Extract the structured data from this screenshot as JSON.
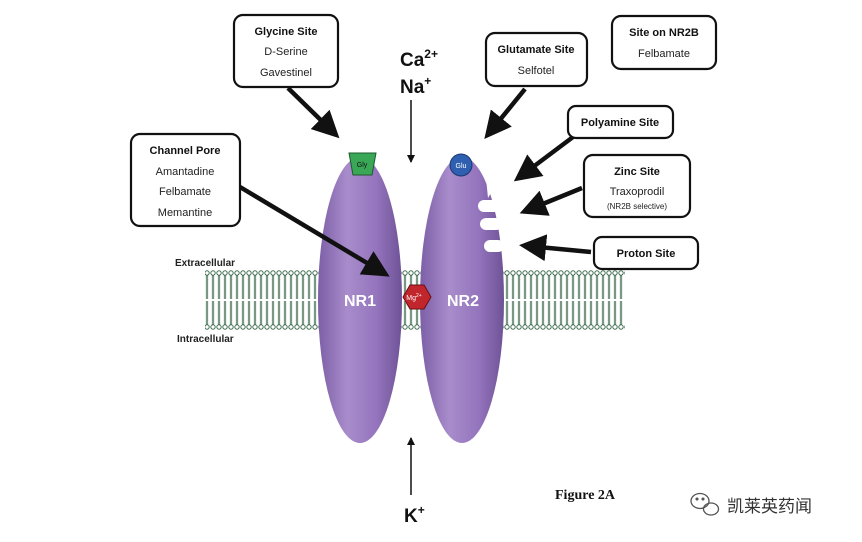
{
  "ions": {
    "top_line1": "Ca",
    "top_line1_sup": "2+",
    "top_line2": "Na",
    "top_line2_sup": "+",
    "bottom": "K",
    "bottom_sup": "+"
  },
  "membrane": {
    "extracellular": "Extracellular",
    "intracellular": "Intracellular"
  },
  "subunits": {
    "left": "NR1",
    "right": "NR2"
  },
  "site_labels": {
    "gly": "Gly",
    "glu": "Glu",
    "mg": "Mg",
    "mg_sup": "2+"
  },
  "boxes": {
    "glycine": {
      "title": "Glycine Site",
      "lines": [
        "D-Serine",
        "Gavestinel"
      ]
    },
    "channel_pore": {
      "title": "Channel Pore",
      "lines": [
        "Amantadine",
        "Felbamate",
        "Memantine"
      ]
    },
    "glutamate": {
      "title": "Glutamate Site",
      "lines": [
        "Selfotel"
      ]
    },
    "nr2b": {
      "title": "Site on NR2B",
      "lines": [
        "Felbamate"
      ]
    },
    "polyamine": {
      "title": "Polyamine Site",
      "lines": []
    },
    "zinc": {
      "title": "Zinc Site",
      "lines": [
        "Traxoprodil",
        "(NR2B selective)"
      ]
    },
    "proton": {
      "title": "Proton Site",
      "lines": []
    }
  },
  "figure_label": "Figure 2A",
  "watermark": "凯莱英药闻",
  "colors": {
    "subunit": "#9a7cc0",
    "gly_site": "#3aa757",
    "glu_site": "#2f5fb0",
    "mg_site": "#c0262c"
  }
}
